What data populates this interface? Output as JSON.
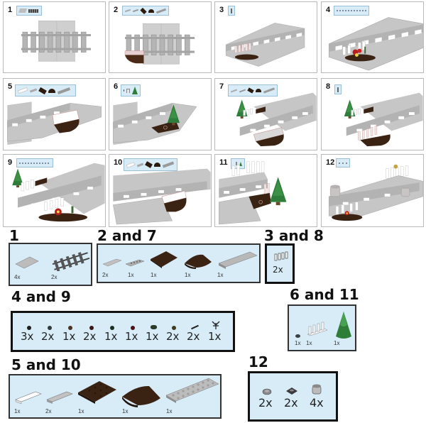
{
  "steps": [
    {
      "number": "1",
      "callout_parts": [
        "grey-tile",
        "track"
      ]
    },
    {
      "number": "2",
      "callout_parts": [
        "grey-tile-1x4",
        "plate-1x4",
        "brown-plate-4x4",
        "brown-round-corner",
        "plate-2x8"
      ]
    },
    {
      "number": "3",
      "callout_parts": [
        "white-fence"
      ]
    },
    {
      "number": "4",
      "callout_parts": [
        "flower-studs"
      ]
    },
    {
      "number": "5",
      "callout_parts": [
        "white-tile",
        "grey-tile",
        "brown-plate-4x4",
        "brown-round-corner",
        "plate-2x8"
      ]
    },
    {
      "number": "6",
      "callout_parts": [
        "round-stud",
        "white-fence",
        "green-tree"
      ]
    },
    {
      "number": "7",
      "callout_parts": [
        "grey-tile-1x4",
        "plate-1x4",
        "brown-plate-4x4",
        "brown-round-corner",
        "plate-2x8"
      ]
    },
    {
      "number": "8",
      "callout_parts": [
        "white-fence"
      ]
    },
    {
      "number": "9",
      "callout_parts": [
        "flower-studs"
      ]
    },
    {
      "number": "10",
      "callout_parts": [
        "white-tile",
        "grey-tile",
        "brown-plate-4x4",
        "brown-round-corner",
        "plate-2x8"
      ]
    },
    {
      "number": "11",
      "callout_parts": [
        "round-stud",
        "white-fence",
        "green-tree"
      ]
    },
    {
      "number": "12",
      "callout_parts": [
        "round-tile",
        "jumper-plate",
        "round-brick"
      ]
    }
  ],
  "parts_lists": {
    "s1": {
      "title": "1",
      "items": [
        {
          "part": "grey-tile-4x4",
          "qty": "4x"
        },
        {
          "part": "straight-track",
          "qty": "2x"
        }
      ]
    },
    "s2_7": {
      "title": "2 and 7",
      "items": [
        {
          "part": "grey-tile-1x4",
          "qty": "2x"
        },
        {
          "part": "grey-plate-1x4",
          "qty": "1x"
        },
        {
          "part": "brown-plate-4x4",
          "qty": "1x"
        },
        {
          "part": "brown-round-corner-4x4",
          "qty": "1x"
        },
        {
          "part": "grey-plate-2x8",
          "qty": "1x"
        }
      ]
    },
    "s3_8": {
      "title": "3 and 8",
      "items": [
        {
          "part": "white-fence-1x4",
          "qty": "2x"
        }
      ]
    },
    "s4_9": {
      "title": "4 and 9",
      "items": [
        {
          "part": "black-stud",
          "qty": "3x"
        },
        {
          "part": "dark-grey-stud",
          "qty": "2x"
        },
        {
          "part": "brown-stud",
          "qty": "1x"
        },
        {
          "part": "dark-red-stud",
          "qty": "2x"
        },
        {
          "part": "dark-green-stud",
          "qty": "1x"
        },
        {
          "part": "red-stud",
          "qty": "1x"
        },
        {
          "part": "green-leaf",
          "qty": "1x"
        },
        {
          "part": "olive-stud",
          "qty": "2x"
        },
        {
          "part": "stem",
          "qty": "2x"
        },
        {
          "part": "plant-sprout",
          "qty": "1x"
        }
      ]
    },
    "s6_11": {
      "title": "6 and 11",
      "items": [
        {
          "part": "dark-round-stud",
          "qty": "1x"
        },
        {
          "part": "white-fence-1x4",
          "qty": "1x"
        },
        {
          "part": "green-pine-tree",
          "qty": "1x"
        }
      ]
    },
    "s5_10": {
      "title": "5 and 10",
      "items": [
        {
          "part": "white-tile-1x4",
          "qty": "1x"
        },
        {
          "part": "grey-tile-1x4",
          "qty": "2x"
        },
        {
          "part": "brown-plate-4x4",
          "qty": "1x"
        },
        {
          "part": "brown-round-corner-4x4",
          "qty": "1x"
        },
        {
          "part": "grey-plate-2x8",
          "qty": "1x"
        }
      ]
    },
    "s12": {
      "title": "12",
      "items": [
        {
          "part": "round-tile-2x2",
          "qty": "2x"
        },
        {
          "part": "jumper-plate-2x2",
          "qty": "2x"
        },
        {
          "part": "round-brick-2x2",
          "qty": "4x"
        }
      ]
    }
  },
  "colors": {
    "callout_bg": "#d8ecf8",
    "baseplate_grey": "#bdbdbd",
    "brown": "#3b2314",
    "tree_green": "#2f7d3a"
  }
}
